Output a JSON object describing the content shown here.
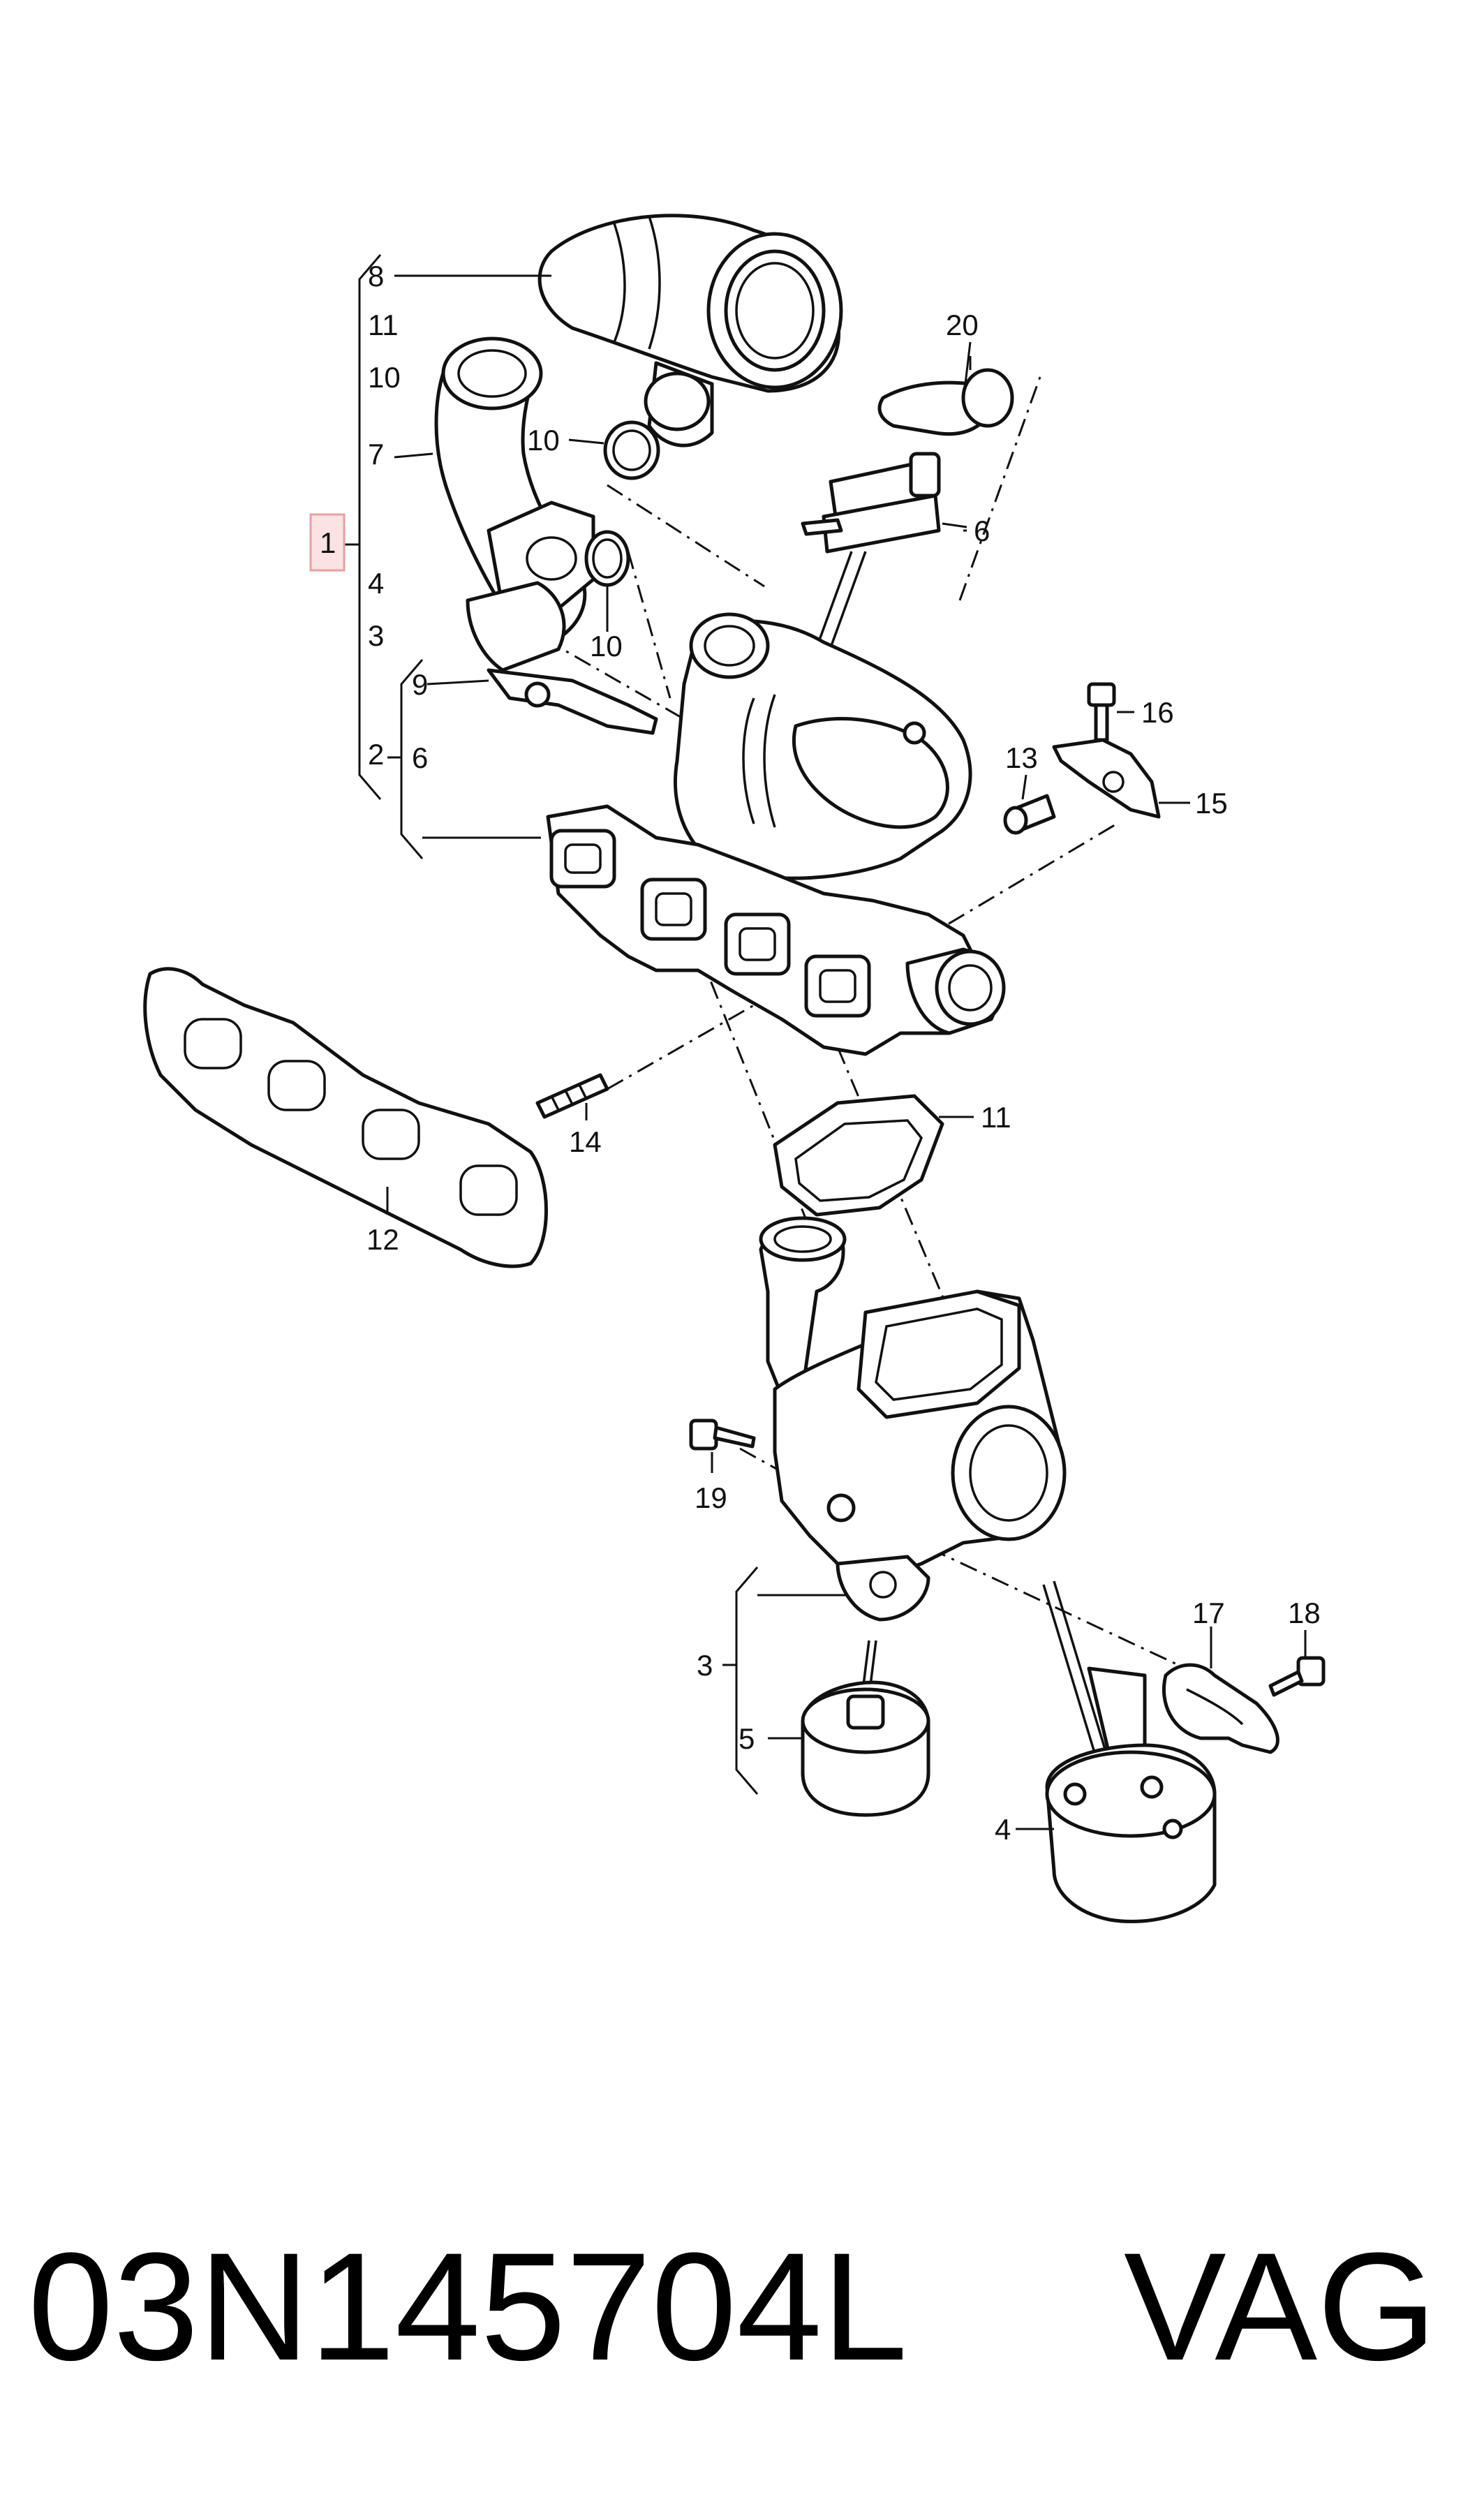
{
  "diagram": {
    "callouts": {
      "c1": "1",
      "c2": "2",
      "c3_top": "3",
      "c3_bottom": "3",
      "c4_top": "4",
      "c4_bottom": "4",
      "c5": "5",
      "c6_bracket": "6",
      "c6_right": "6",
      "c7": "7",
      "c8": "8",
      "c9": "9",
      "c10_top": "10",
      "c10_mid": "10",
      "c10_low": "10",
      "c11_top": "11",
      "c11_right": "11",
      "c12": "12",
      "c13": "13",
      "c14": "14",
      "c15": "15",
      "c16": "16",
      "c17": "17",
      "c18": "18",
      "c19": "19",
      "c20": "20"
    },
    "highlight_color": "#e8a0a0"
  },
  "caption": {
    "part_number": "03N145704L",
    "brand": "VAG"
  }
}
